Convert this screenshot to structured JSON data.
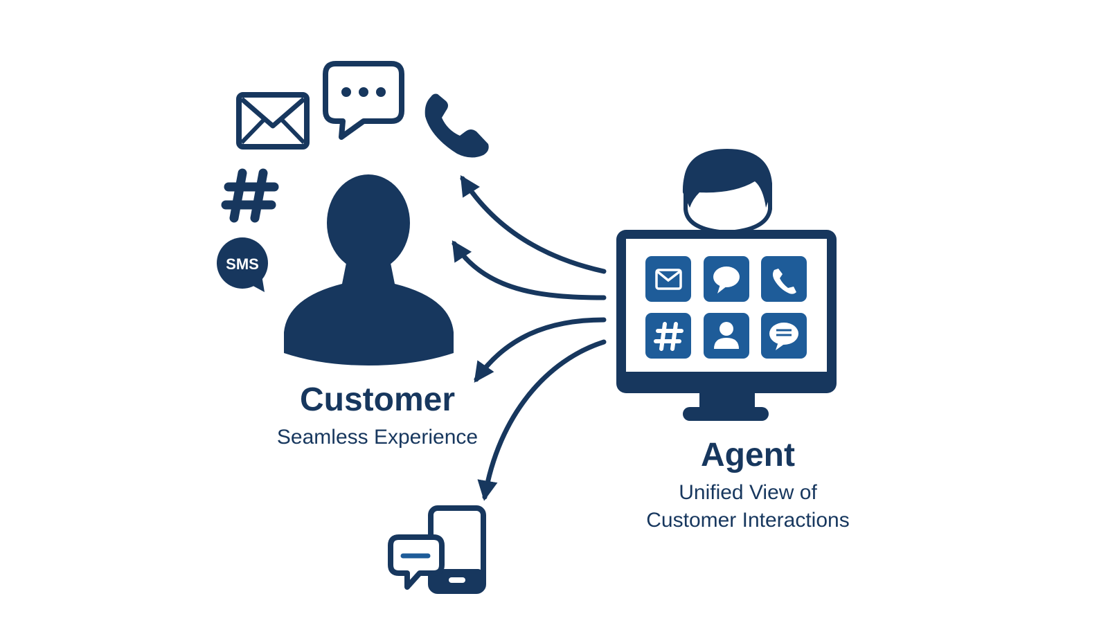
{
  "colors": {
    "primary": "#17375e",
    "tile": "#1e5c99",
    "background": "#ffffff"
  },
  "customer": {
    "title": "Customer",
    "subtitle": "Seamless Experience"
  },
  "agent": {
    "title": "Agent",
    "subtitle_line1": "Unified View of",
    "subtitle_line2": "Customer Interactions"
  },
  "channels": {
    "sms_label": "SMS",
    "hash_symbol": "#"
  },
  "icons": [
    "email-icon",
    "chat-bubble-icon",
    "phone-icon",
    "hashtag-icon",
    "sms-bubble-icon",
    "customer-silhouette-icon",
    "agent-head-icon",
    "monitor-icon",
    "mobile-chat-icon"
  ]
}
